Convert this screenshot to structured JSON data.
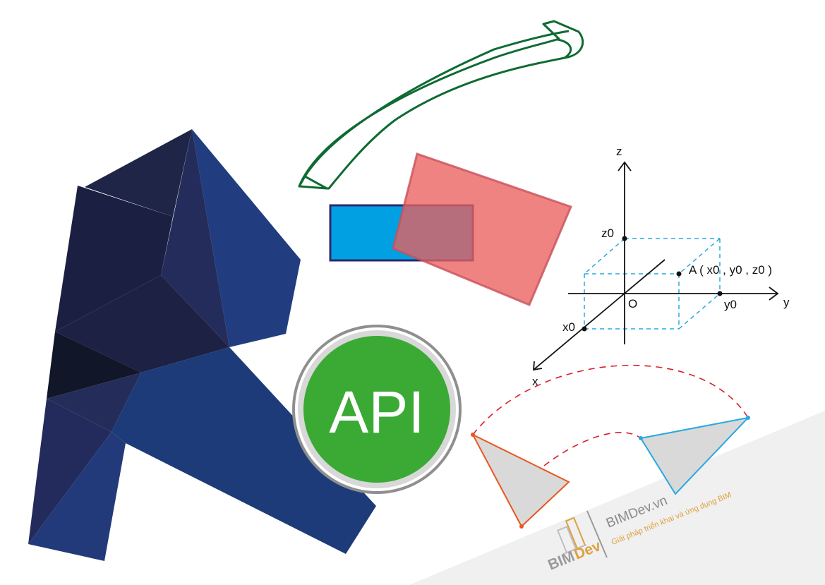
{
  "api_badge": {
    "label": "API"
  },
  "axes_diagram": {
    "axis_z": "z",
    "axis_y": "y",
    "axis_x": "x",
    "origin": "O",
    "z0": "z0",
    "y0": "y0",
    "x0": "x0",
    "point": "A ( x0 , y0 , z0 )"
  },
  "watermark": {
    "site": "BIMDev.vn",
    "tagline": "Giải pháp triển khai và ứng dụng BIM",
    "logo_bim": "BIM",
    "logo_dev": "Dev"
  },
  "colors": {
    "revit_dark": "#1f2547",
    "revit_blue": "#233e7e",
    "api_green": "#3aaa35",
    "arrow_green": "#0e6b32",
    "rect_blue": "#00a0e3",
    "rect_red": "#e9605f",
    "dash_cyan": "#29a8e0",
    "arc_red": "#d9202a",
    "tri_orange": "#e9561f",
    "tri_blue": "#29a8e0"
  }
}
